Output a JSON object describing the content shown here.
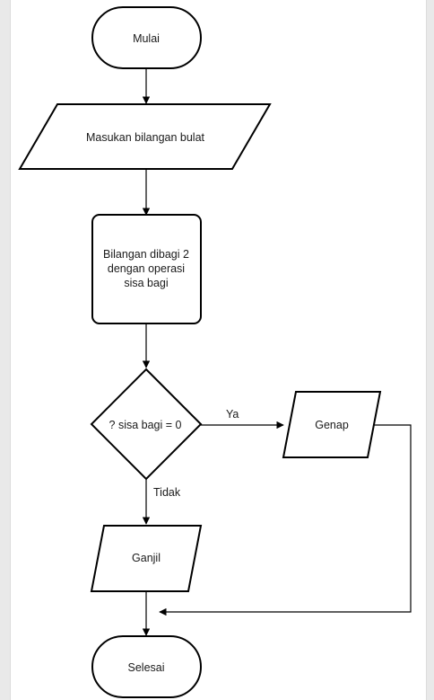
{
  "diagram": {
    "nodes": {
      "start": "Mulai",
      "input": "Masukan bilangan bulat",
      "process": [
        "Bilangan dibagi 2",
        "dengan operasi",
        "sisa bagi"
      ],
      "decision": "? sisa bagi = 0",
      "even": "Genap",
      "odd": "Ganjil",
      "end": "Selesai"
    },
    "edges": {
      "yes": "Ya",
      "no": "Tidak"
    }
  }
}
